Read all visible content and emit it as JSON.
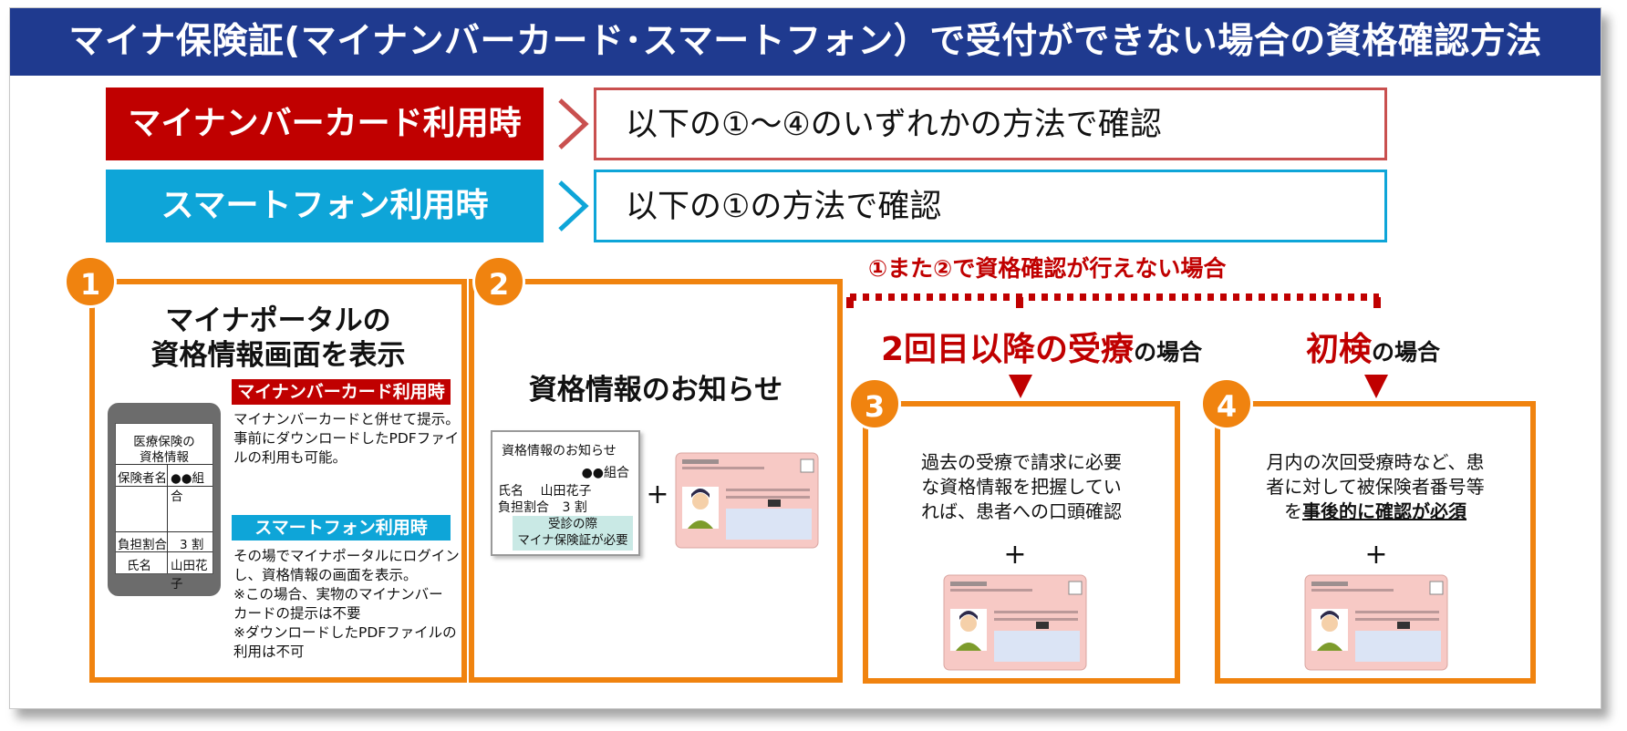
{
  "title": "マイナ保険証(マイナンバーカード･スマートフォン）で受付ができない場合の資格確認方法",
  "rows": [
    {
      "label": "マイナンバーカード利用時",
      "text": "以下の①～④のいずれかの方法で確認",
      "color": "#c00000"
    },
    {
      "label": "スマートフォン利用時",
      "text": "以下の①の方法で確認",
      "color": "#0ea5d8"
    }
  ],
  "condition": "①また②で資格確認が行えない場合",
  "colors": {
    "title_bg": "#1f3a8f",
    "orange": "#f0830f",
    "red": "#c00000",
    "blue": "#0ea5d8",
    "card_bg": "#f7c9c5"
  },
  "panel1": {
    "badge": "1",
    "title_line1": "マイナポータルの",
    "title_line2": "資格情報画面を表示",
    "tag_card": "マイナンバーカード利用時",
    "card_lines": [
      "マイナンバーカードと併せて提示。",
      "事前にダウンロードしたPDFファイ",
      "ルの利用も可能。"
    ],
    "tag_phone": "スマートフォン利用時",
    "phone_lines": [
      "その場でマイナポータルにログイン",
      "し、資格情報の画面を表示。",
      "※この場合、実物のマイナンバー",
      "カードの提示は不要",
      "※ダウンロードしたPDFファイルの",
      "利用は不可"
    ],
    "screen": {
      "header_line1": "医療保険の",
      "header_line2": "資格情報",
      "insurer_label": "保険者名",
      "insurer_value": "●●組合",
      "ratio_label": "負担割合",
      "ratio_value": "3 割",
      "name_label": "氏名",
      "name_value": "山田花子"
    }
  },
  "panel2": {
    "badge": "2",
    "title": "資格情報のお知らせ",
    "notice": {
      "title": "資格情報のお知らせ",
      "insurer": "●●組合",
      "name_label": "氏名",
      "name_value": "山田花子",
      "ratio_label": "負担割合",
      "ratio_value": "3 割",
      "note_line1": "受診の際",
      "note_line2": "マイナ保険証が必要"
    },
    "plus": "+"
  },
  "panel3": {
    "badge": "3",
    "head_em": "2回目以降の受療",
    "head_rest": "の場合",
    "lines": [
      "過去の受療で請求に必要",
      "な資格情報を把握してい",
      "れば、患者への口頭確認"
    ],
    "plus": "+"
  },
  "panel4": {
    "badge": "4",
    "head_em": "初検",
    "head_rest": "の場合",
    "lines": [
      "月内の次回受療時など、患",
      "者に対して被保険者番号等"
    ],
    "line3_prefix": "を",
    "line3_underlined": "事後的に確認が必須",
    "plus": "+"
  },
  "card_icon": "my-number-card-icon",
  "phone_icon": "smartphone-icon",
  "arrow_icon": "triangle-down-icon"
}
